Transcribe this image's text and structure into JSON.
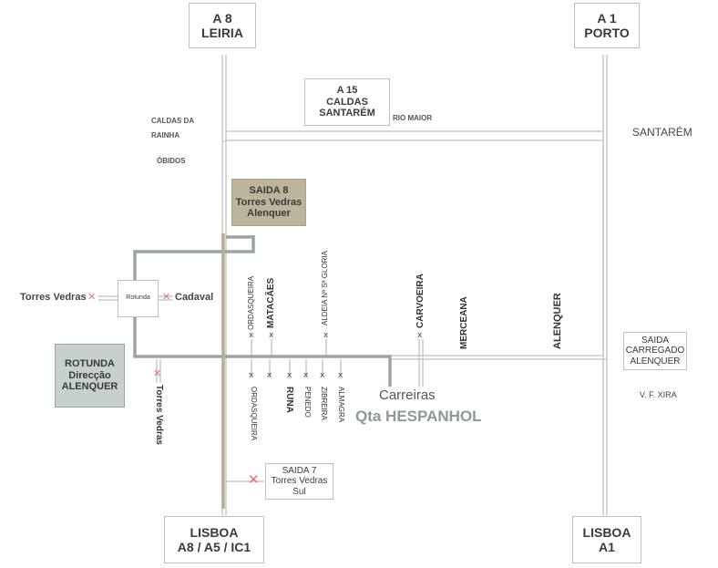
{
  "highways": {
    "a8_top": {
      "line1": "A 8",
      "line2": "LEIRIA"
    },
    "a1_top": {
      "line1": "A 1",
      "line2": "PORTO"
    },
    "a15": {
      "line1": "A 15",
      "line2": "CALDAS",
      "line3": "SANTARÉM"
    },
    "lisboa_left": {
      "line1": "LISBOA",
      "line2": "A8 / A5 / IC1"
    },
    "lisboa_right": {
      "line1": "LISBOA",
      "line2": "A1"
    }
  },
  "places": {
    "caldas_da_rainha": {
      "line1": "CALDAS DA",
      "line2": "RAINHA"
    },
    "obidos": "ÓBIDOS",
    "rio_maior": "RIO MAIOR",
    "santarem": "SANTARÉM",
    "vf_xira": "V. F. XIRA",
    "torres_vedras_left": "Torres Vedras",
    "cadaval": "Cadaval",
    "rotunda_small": "Rotunda",
    "torres_vedras_vertical": "Torres Vedras",
    "carreiras": "Carreiras",
    "qta_hespanhol": "Qta HESPANHOL"
  },
  "exits": {
    "saida8": {
      "line1": "SAIDA 8",
      "line2": "Torres Vedras",
      "line3": "Alenquer"
    },
    "saida7": {
      "line1": "SAIDA 7",
      "line2": "Torres Vedras",
      "line3": "Sul"
    },
    "saida_carregado": {
      "line1": "SAIDA",
      "line2": "CARREGADO",
      "line3": "ALENQUER"
    },
    "rotunda_alenquer": {
      "line1": "ROTUNDA",
      "line2": "Direcção",
      "line3": "ALENQUER"
    }
  },
  "villages_up": {
    "ordasqueira": "ORDASQUEIRA",
    "matacaes": "MATACÃES",
    "aldeia_gloria": "ALDEIA Nª Sª GLORIA",
    "carvoeira": "CARVOEIRA",
    "merceana": "MERCEANA",
    "alenquer": "ALENQUER"
  },
  "villages_down": {
    "ordasqueira": "ORDASQUEIRA",
    "runa": "RUNA",
    "penedo": "PENEDO",
    "zibreira": "ZIBREIRA",
    "almagra": "ALMAGRA"
  },
  "markers": {
    "x": "x",
    "red_x": "✕"
  },
  "colors": {
    "road": "#c8c8c8",
    "route_gray": "#9aa5a5",
    "route_tan": "#b6ad92",
    "saida8_fill": "#bdb59b",
    "rotunda_fill": "#c8d0cf",
    "hespanhol": "#8a9a9a",
    "red_x": "#e57373"
  }
}
